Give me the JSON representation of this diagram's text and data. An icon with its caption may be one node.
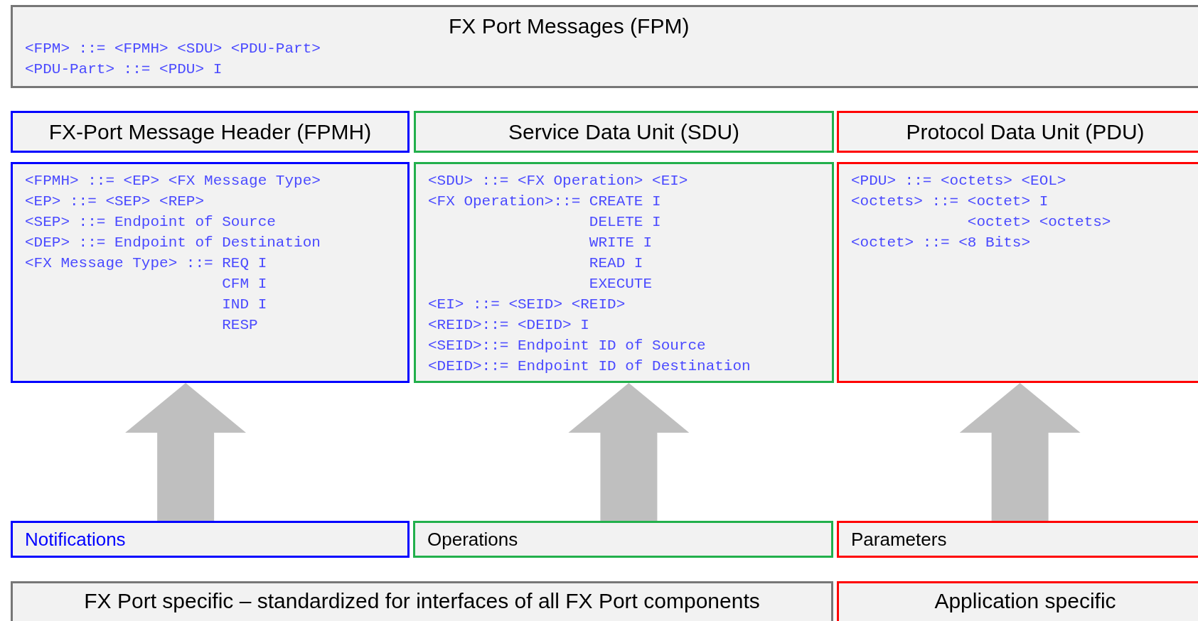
{
  "diagram": {
    "nodes": [
      {
        "text": [
          "FX Port Messages (FPM)",
          "<FPM> ::= <FPMH> <SDU> <PDU-Part>",
          "<PDU-Part> ::= <PDU> I"
        ]
      },
      {
        "text": [
          "FX-Port Message Header (FPMH)"
        ]
      },
      {
        "text": [
          "Service Data Unit (SDU)"
        ]
      },
      {
        "text": [
          "Protocol Data Unit (PDU)"
        ]
      },
      {
        "text": [
          "<FPMH> ::= <EP> <FX Message Type>",
          "<EP> ::= <SEP> <REP>",
          "<SEP> ::= Endpoint of Source",
          "<DEP> ::= Endpoint of Destination",
          "<FX Message Type> ::= REQ I",
          "CFM I",
          "IND I",
          "RESP"
        ]
      },
      {
        "text": [
          "<SDU> ::= <FX Operation> <EI>",
          "<FX Operation>::= CREATE I",
          "DELETE I",
          "WRITE I",
          "READ I",
          "EXECUTE",
          "<EI> ::= <SEID> <REID>",
          "<REID>::= <DEID> I",
          "<SEID>::= Endpoint ID of Source",
          "<DEID>::= Endpoint ID of Destination"
        ]
      },
      {
        "text": [
          "<PDU> ::= <octets> <EOL>",
          "<octets> ::= <octet> I",
          "<octet> <octets>",
          "<octet> ::= <8 Bits>"
        ]
      },
      {
        "text": [
          "Notifications"
        ]
      },
      {
        "text": [
          "Operations"
        ]
      },
      {
        "text": [
          "Parameters"
        ]
      },
      {
        "text": [
          "FX Port specific – standardized for interfaces of all FX Port components"
        ]
      },
      {
        "text": [
          "Application specific"
        ]
      }
    ],
    "edges": [
      {
        "from": 7,
        "to": 4,
        "arrow": "to"
      },
      {
        "from": 8,
        "to": 5,
        "arrow": "to"
      },
      {
        "from": 9,
        "to": 6,
        "arrow": "to"
      }
    ]
  }
}
